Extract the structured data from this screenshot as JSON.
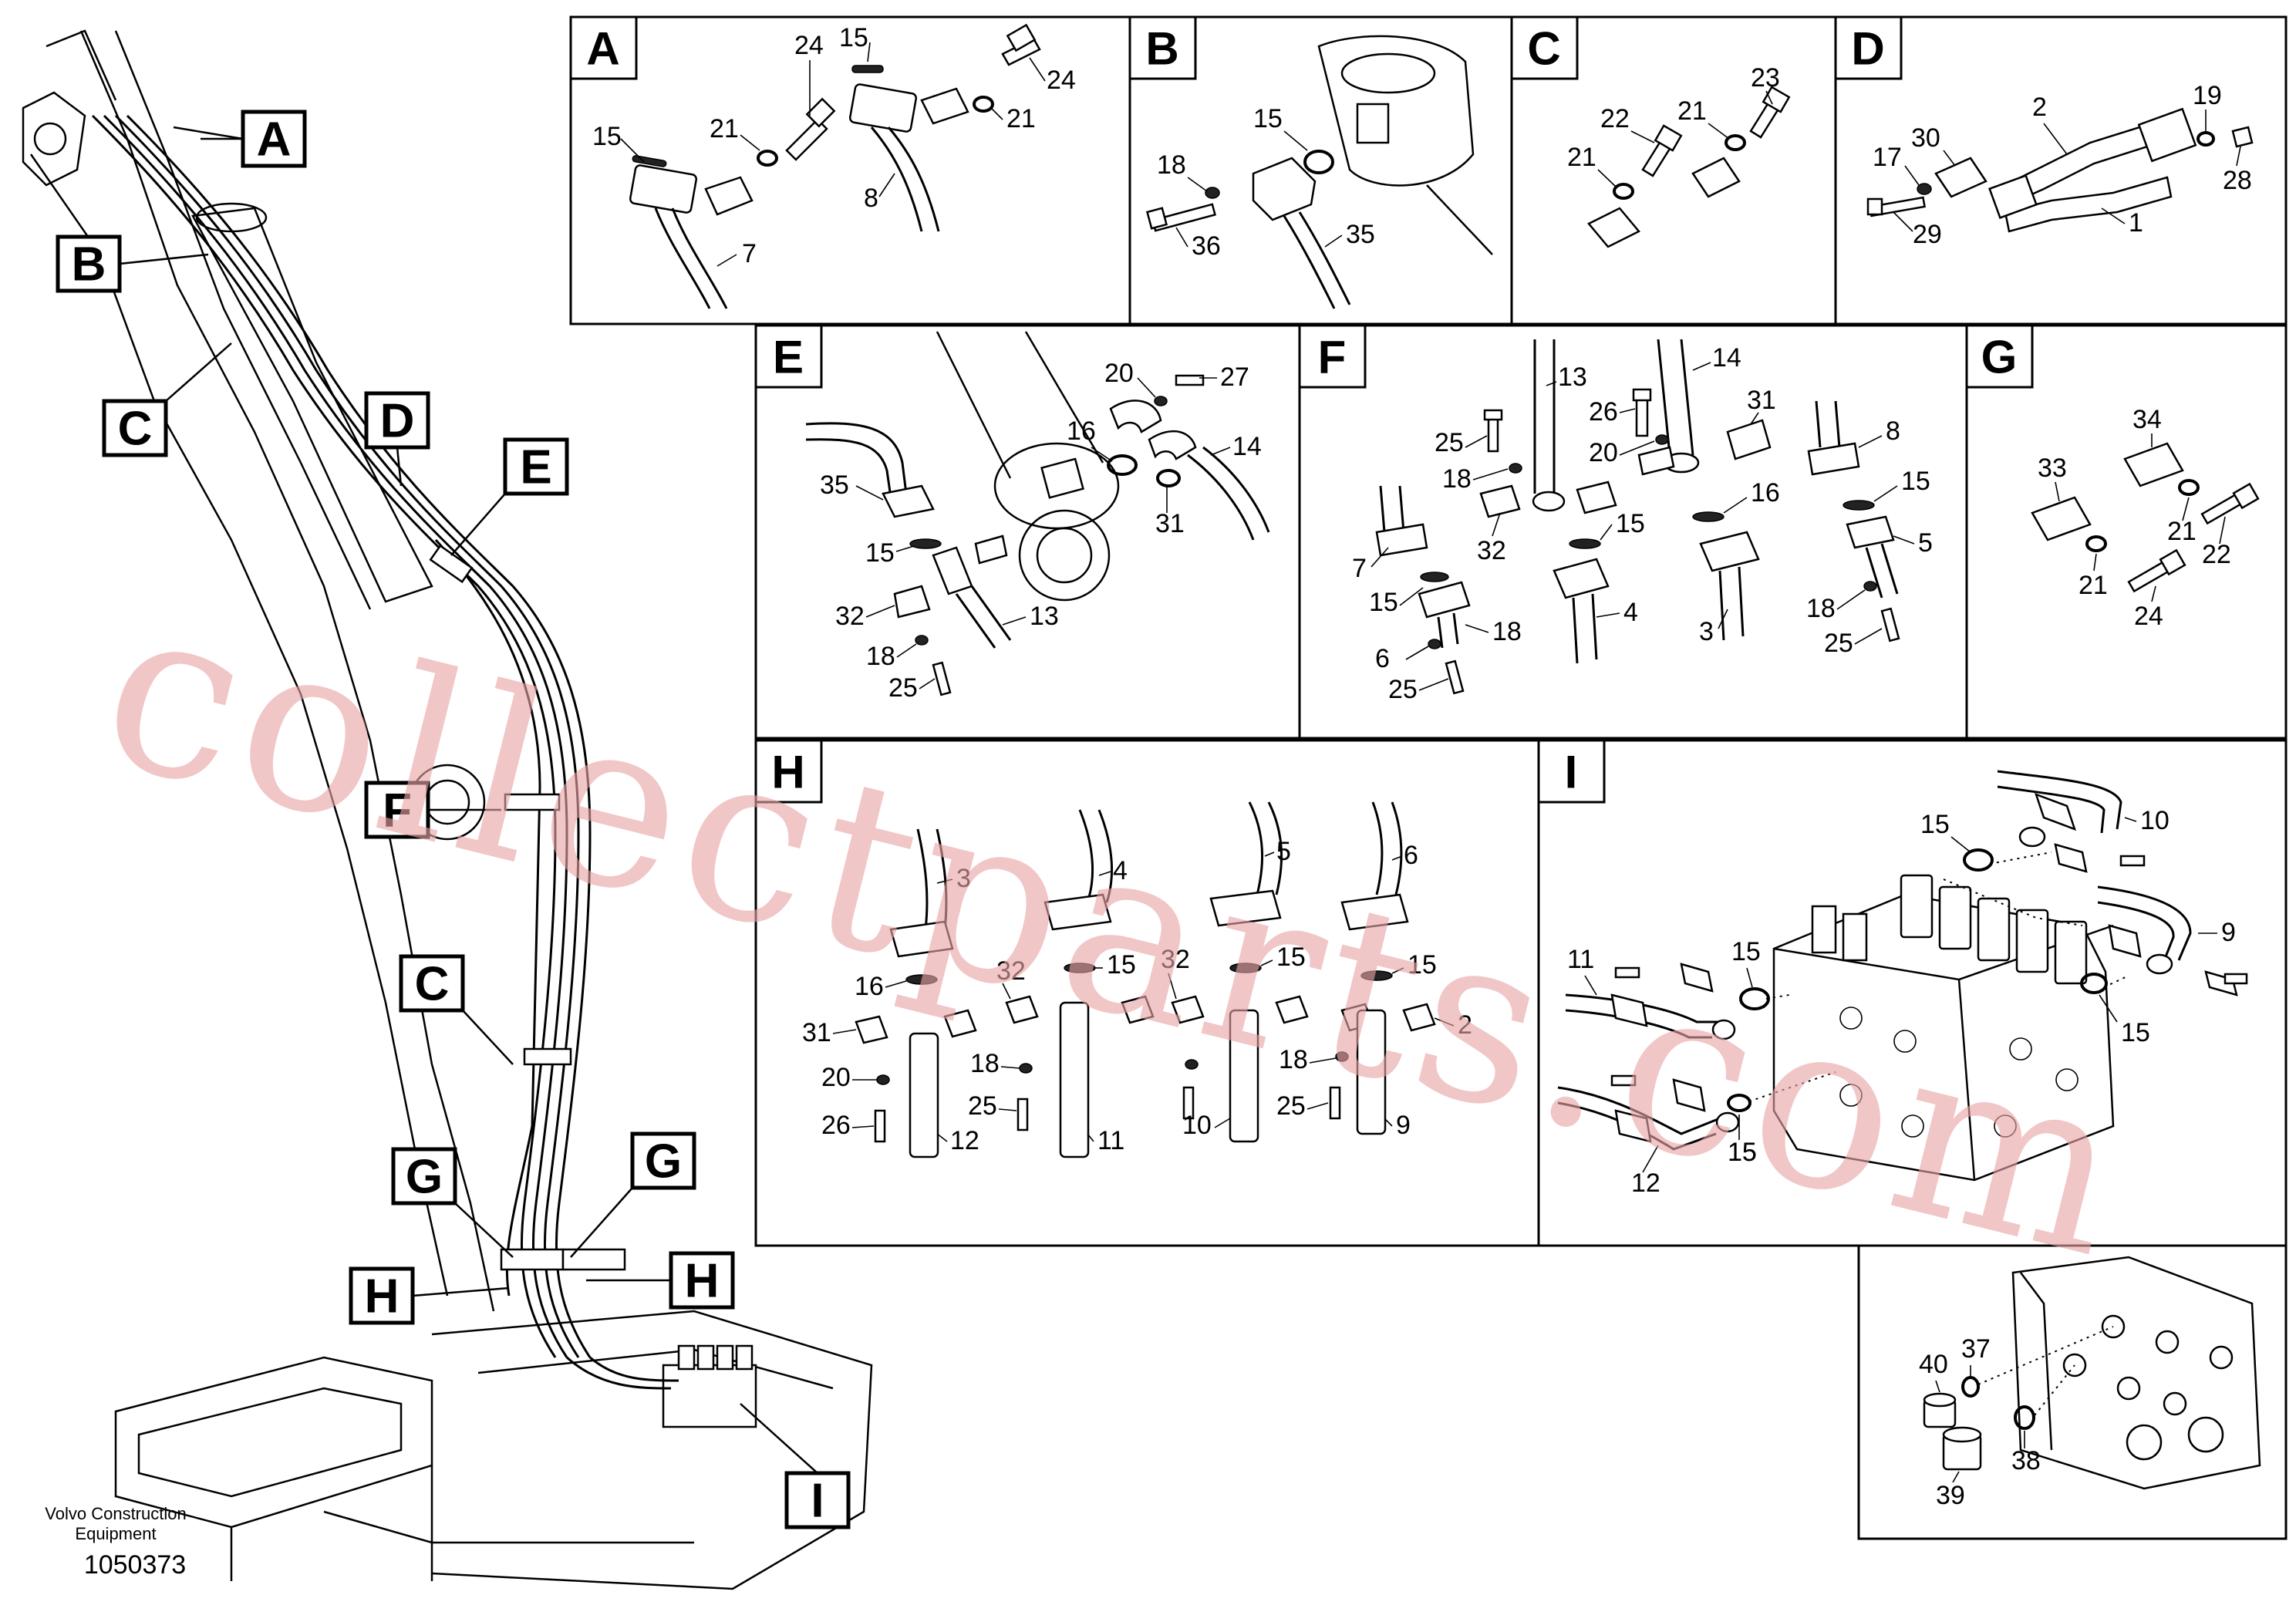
{
  "callouts": [
    "A",
    "B",
    "C",
    "D",
    "E",
    "F",
    "C",
    "G",
    "G",
    "H",
    "H",
    "I"
  ],
  "panels": {
    "A": {
      "letter": "A",
      "numbers": [
        "15",
        "24",
        "21",
        "15",
        "21",
        "24",
        "8",
        "7"
      ]
    },
    "B": {
      "letter": "B",
      "numbers": [
        "15",
        "18",
        "36",
        "35"
      ]
    },
    "C": {
      "letter": "C",
      "numbers": [
        "23",
        "22",
        "21",
        "21"
      ]
    },
    "D": {
      "letter": "D",
      "numbers": [
        "2",
        "19",
        "17",
        "30",
        "28",
        "29",
        "1"
      ]
    },
    "E": {
      "letter": "E",
      "numbers": [
        "20",
        "27",
        "16",
        "14",
        "35",
        "31",
        "15",
        "32",
        "13",
        "18",
        "25"
      ]
    },
    "F": {
      "letter": "F",
      "numbers": [
        "13",
        "14",
        "26",
        "31",
        "25",
        "8",
        "18",
        "20",
        "15",
        "16",
        "32",
        "15",
        "7",
        "5",
        "15",
        "4",
        "3",
        "18",
        "6",
        "18",
        "25",
        "25"
      ]
    },
    "G": {
      "letter": "G",
      "numbers": [
        "34",
        "33",
        "21",
        "22",
        "21",
        "24"
      ]
    },
    "H": {
      "letter": "H",
      "numbers": [
        "3",
        "4",
        "5",
        "6",
        "16",
        "32",
        "15",
        "32",
        "15",
        "15",
        "31",
        "18",
        "18",
        "2",
        "20",
        "25",
        "25",
        "26",
        "12",
        "11",
        "10",
        "9"
      ]
    },
    "I": {
      "letter": "I",
      "numbers": [
        "15",
        "10",
        "15",
        "11",
        "9",
        "15",
        "15",
        "12",
        "15"
      ]
    },
    "J": {
      "numbers": [
        "37",
        "40",
        "38",
        "39"
      ]
    }
  },
  "footer": {
    "company_line1": "Volvo Construction",
    "company_line2": "Equipment",
    "drawing_number": "1050373"
  },
  "watermark": {
    "text": "collectparts.com",
    "color": "#e9a4a6"
  }
}
